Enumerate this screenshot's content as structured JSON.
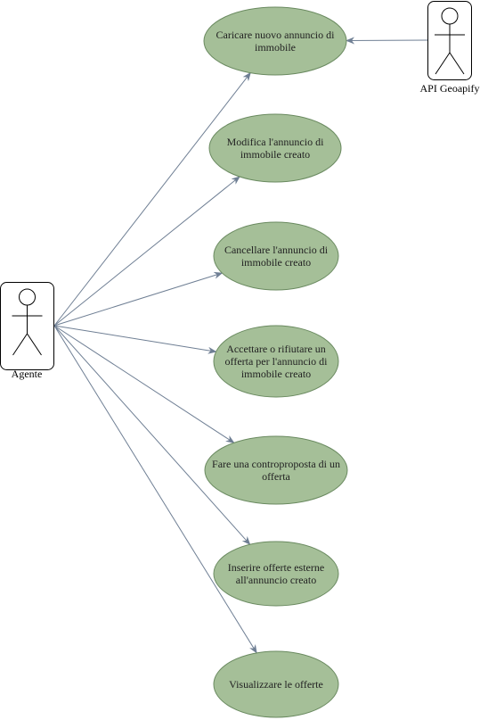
{
  "colors": {
    "usecase_fill": "#a5bf98",
    "usecase_stroke": "#6a8a60",
    "edge": "#6f7f94",
    "actor_box": "#000000"
  },
  "actors": [
    {
      "id": "agente",
      "label": "Agente"
    },
    {
      "id": "api",
      "label": "API Geoapify"
    }
  ],
  "use_cases": [
    {
      "id": "uc1",
      "lines": [
        "Caricare nuovo annuncio di",
        "immobile"
      ]
    },
    {
      "id": "uc2",
      "lines": [
        "Modifica l'annuncio di",
        "immobile creato"
      ]
    },
    {
      "id": "uc3",
      "lines": [
        "Cancellare l'annuncio di",
        "immobile creato"
      ]
    },
    {
      "id": "uc4",
      "lines": [
        "Accettare o rifiutare un",
        "offerta per l'annuncio di",
        "immobile creato"
      ]
    },
    {
      "id": "uc5",
      "lines": [
        "Fare una controproposta di un",
        "offerta"
      ]
    },
    {
      "id": "uc6",
      "lines": [
        "Inserire offerte esterne",
        "all'annuncio creato"
      ]
    },
    {
      "id": "uc7",
      "lines": [
        "Visualizzare le offerte"
      ]
    }
  ],
  "associations": [
    {
      "from": "agente",
      "to": "uc1"
    },
    {
      "from": "agente",
      "to": "uc2"
    },
    {
      "from": "agente",
      "to": "uc3"
    },
    {
      "from": "agente",
      "to": "uc4"
    },
    {
      "from": "agente",
      "to": "uc5"
    },
    {
      "from": "agente",
      "to": "uc6"
    },
    {
      "from": "agente",
      "to": "uc7"
    },
    {
      "from": "api",
      "to": "uc1"
    }
  ]
}
